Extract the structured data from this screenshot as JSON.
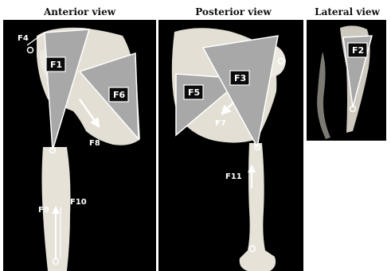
{
  "titles": {
    "anterior": "Anterior view",
    "posterior": "Posterior view",
    "lateral": "Lateral view"
  },
  "labels": {
    "f1": "F1",
    "f2": "F2",
    "f3": "F3",
    "f4": "F4",
    "f5": "F5",
    "f6": "F6",
    "f7": "F7",
    "f8": "F8",
    "f9": "F9",
    "f10": "F10",
    "f11": "F11"
  },
  "colors": {
    "background": "#000000",
    "bone": "#e3dfd4",
    "muscle_fill": "#a8a8a8",
    "arrow": "#ffffff"
  }
}
